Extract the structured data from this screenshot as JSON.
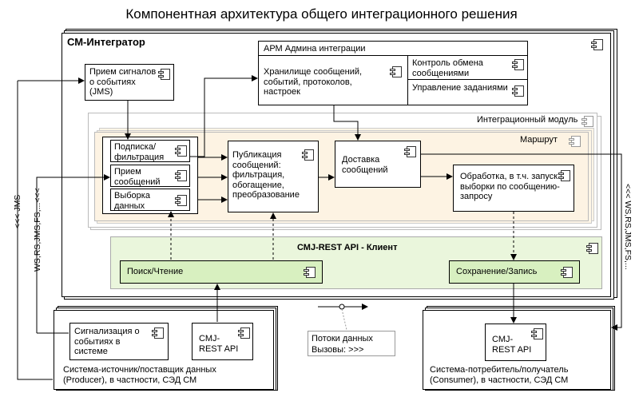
{
  "title": "Компонентная архитектура общего интеграционного решения",
  "cm_integrator": {
    "label": "СМ-Интегратор"
  },
  "priem_signalov": {
    "label": "Прием сигналов о событиях (JMS)"
  },
  "arm": {
    "title": "АРМ Админа интеграции",
    "storage": "Хранилище сообщений, событий, протоколов, настроек",
    "exchange_control": "Контроль обмена сообщениями",
    "task_management": "Управление заданиями"
  },
  "integration_module": {
    "label": "Интеграционный модуль",
    "route": "Маршрут",
    "subscription": "Подписка/ фильтрация",
    "receive": "Прием сообщений",
    "fetch": "Выборка данных",
    "publication": "Публикация сообщений: фильтрация, обогащение, преобразование",
    "delivery": "Доставка сообщений",
    "processing": "Обработка, в т.ч. запуск выборки по сообщению-запросу"
  },
  "api_client": {
    "label": "СМJ-REST API - Клиент",
    "search": "Поиск/Чтение",
    "save": "Сохранение/Запись"
  },
  "producer": {
    "signal": "Сигнализация о событиях в системе",
    "api": "СМJ-REST API",
    "caption": "Система-источник/поставщик данных (Producer), в частности, СЭД СМ"
  },
  "consumer": {
    "api": "СМJ-REST API",
    "caption": "Система-потребитель/получатель (Consumer), в частности, СЭД СМ"
  },
  "legend": {
    "flows": "Потоки данных",
    "calls": "Вызовы: >>>"
  },
  "side_labels": {
    "jms": "<<< JMS",
    "left_ws": "WS,RS,JMS,FS,...<<<",
    "right_ws": "<<< WS,RS,JMS,FS,..."
  }
}
